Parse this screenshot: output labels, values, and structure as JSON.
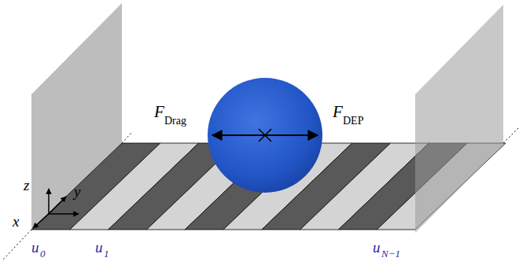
{
  "diagram": {
    "labels": [
      "F",
      "Drag",
      "F",
      "DEP",
      "u",
      "0",
      "u",
      "1",
      "u",
      "N−1",
      "z",
      "y",
      "x"
    ]
  }
}
